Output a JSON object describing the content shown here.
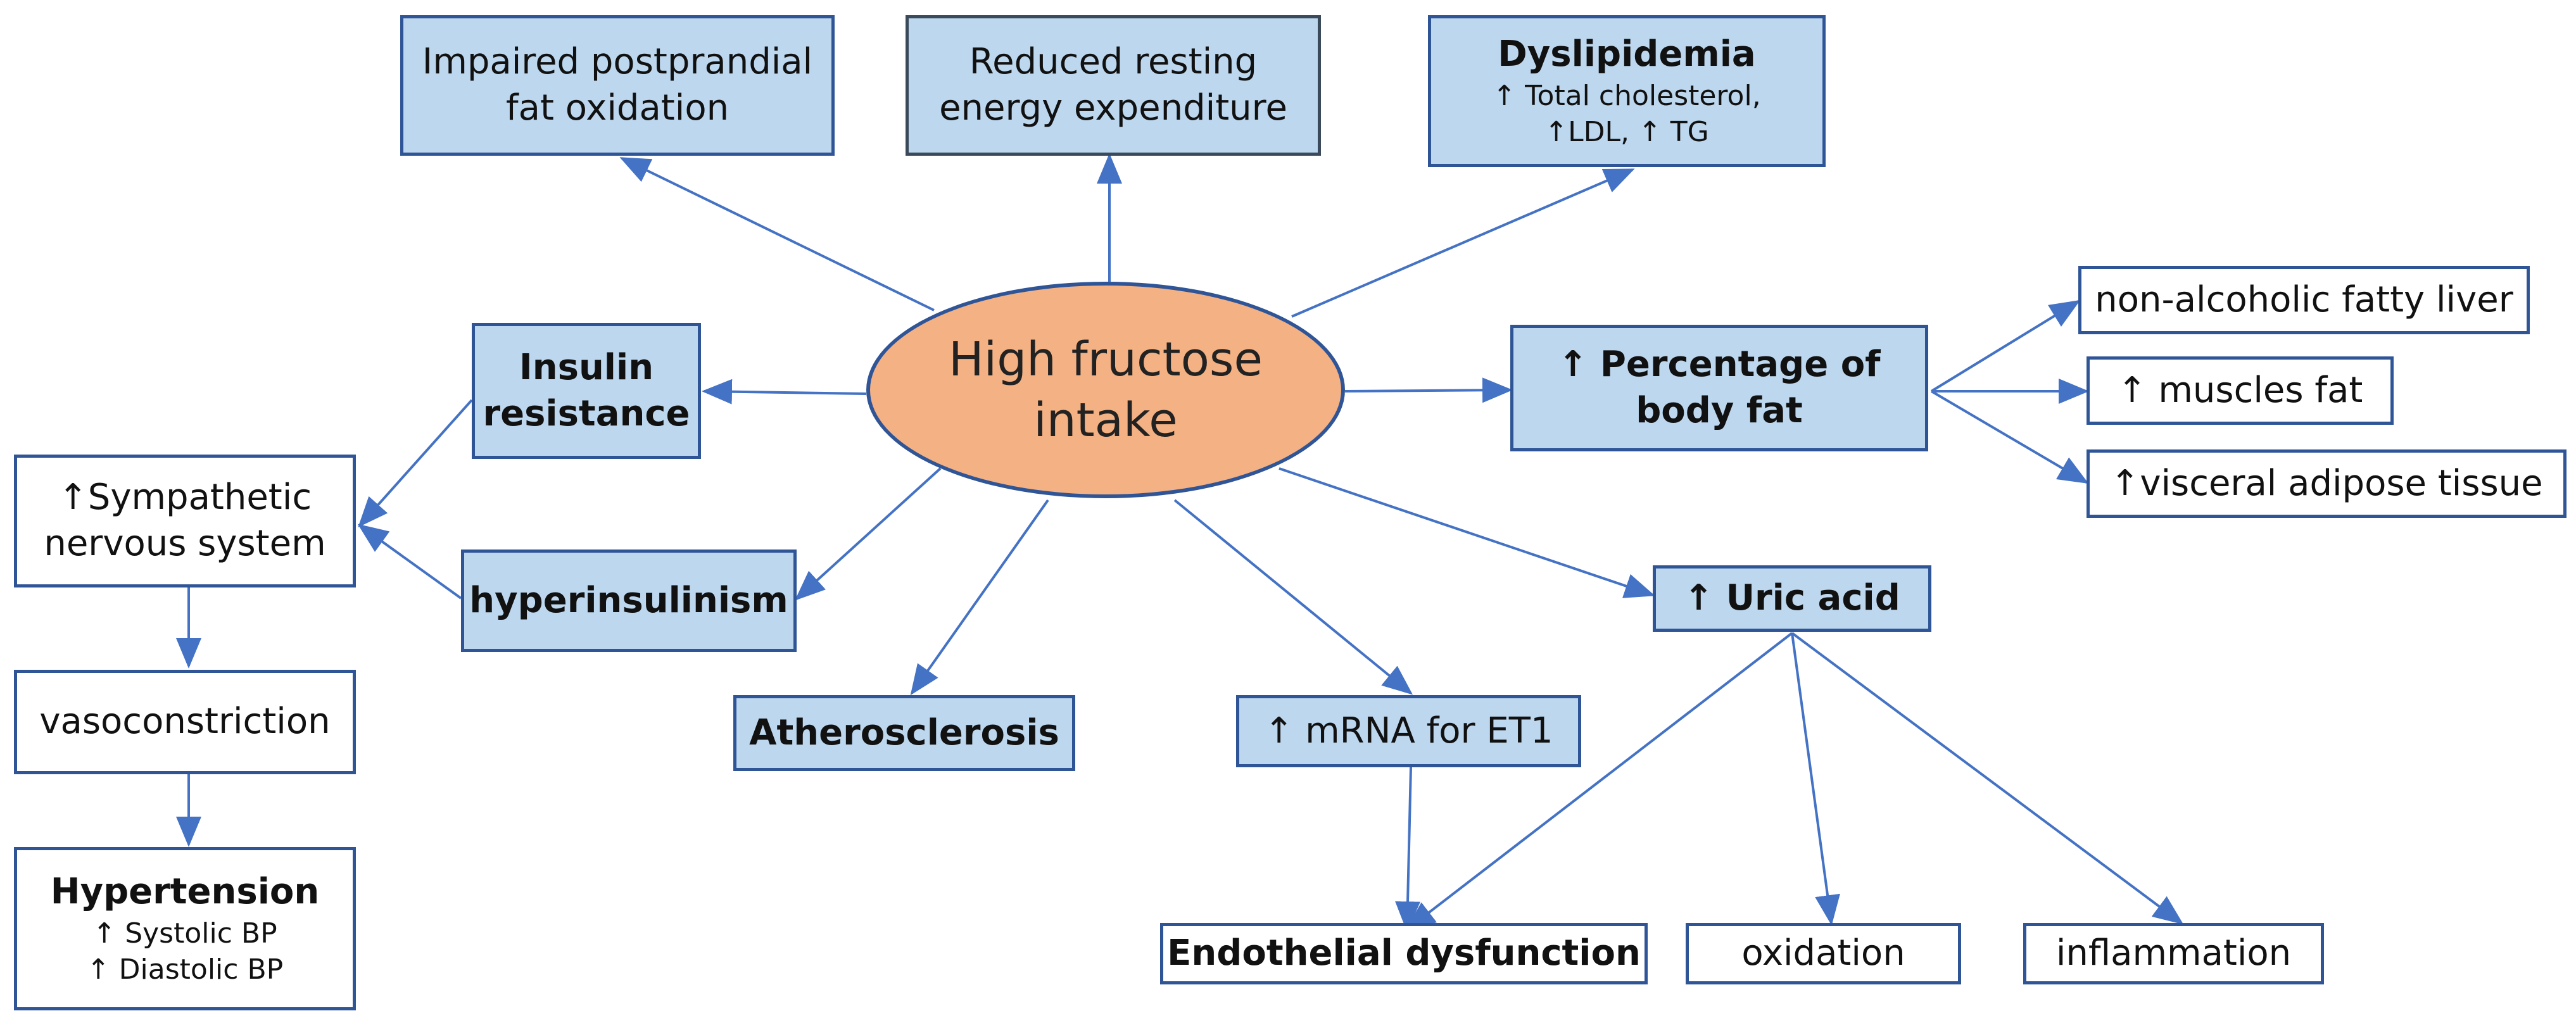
{
  "center": {
    "line1": "High fructose",
    "line2": "intake"
  },
  "nodes": {
    "fat_oxidation": {
      "line1": "Impaired postprandial",
      "line2": "fat oxidation"
    },
    "resting_energy": {
      "line1": "Reduced resting",
      "line2": "energy expenditure"
    },
    "dyslipidemia": {
      "title": "Dyslipidemia",
      "line1": "↑ Total cholesterol,",
      "line2": "↑LDL, ↑ TG"
    },
    "insulin_resistance": {
      "line1": "Insulin",
      "line2": "resistance"
    },
    "body_fat": {
      "line1": "↑ Percentage of",
      "line2": "body fat"
    },
    "fatty_liver": {
      "label": "non-alcoholic fatty liver"
    },
    "muscles_fat": {
      "label": "↑ muscles fat"
    },
    "visceral": {
      "label": "↑visceral adipose tissue"
    },
    "sympathetic": {
      "line1": "↑Sympathetic",
      "line2": "nervous system"
    },
    "hyperinsulinism": {
      "label": "hyperinsulinism"
    },
    "uric_acid": {
      "label": "↑ Uric acid"
    },
    "vasoconstriction": {
      "label": "vasoconstriction"
    },
    "atherosclerosis": {
      "label": "Atherosclerosis"
    },
    "mrna_et1": {
      "label": "↑ mRNA for ET1"
    },
    "hypertension": {
      "title": "Hypertension",
      "line1": "↑ Systolic BP",
      "line2": "↑ Diastolic BP"
    },
    "endothelial": {
      "label": "Endothelial dysfunction"
    },
    "oxidation": {
      "label": "oxidation"
    },
    "inflammation": {
      "label": "inflammation"
    }
  },
  "colors": {
    "node_fill_blue": "#bdd7ee",
    "node_border": "#2f5597",
    "center_fill": "#f4b183",
    "arrow": "#4472c4"
  }
}
